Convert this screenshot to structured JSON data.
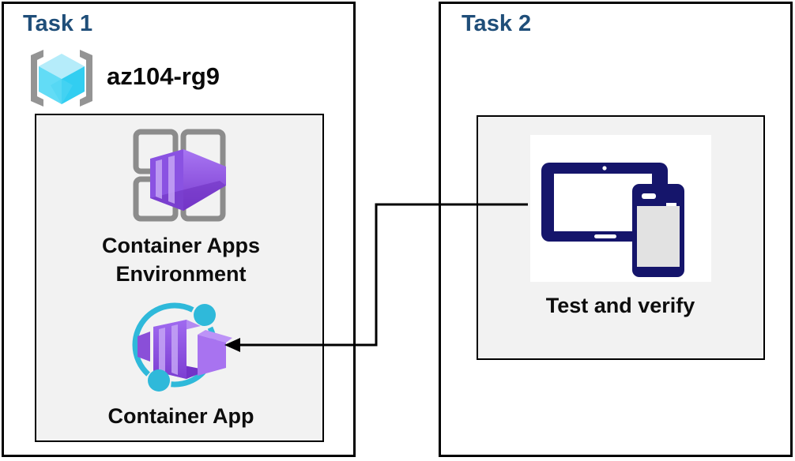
{
  "task1": {
    "title": "Task 1",
    "resource_group": {
      "name": "az104-rg9",
      "icon": "resource-group-icon"
    },
    "environment": {
      "label": "Container Apps Environment",
      "icon": "container-apps-environment-icon"
    },
    "app": {
      "label": "Container App",
      "icon": "container-app-icon"
    }
  },
  "task2": {
    "title": "Task 2",
    "verify": {
      "label": "Test and verify",
      "icon": "tablet-and-phone-icon"
    }
  },
  "connector": {
    "from": "test-and-verify",
    "to": "container-app",
    "shape": "elbow",
    "arrowhead": "filled-left"
  },
  "colors": {
    "task_title_blue": "#1f4e79",
    "box_border": "#000000",
    "inner_box_fill": "#f2f2f2",
    "label_text": "#0d0d0d",
    "gray_frame": "#8c8c8c",
    "cube_cyan_top": "#b5ecfa",
    "cube_cyan_left": "#62dcf6",
    "cube_cyan_right": "#32cef1",
    "purple_main": "#8a52e2",
    "purple_light": "#a471f2",
    "purple_stripe": "#c4a5f5",
    "teal_ring": "#2fb9da",
    "device_navy": "#15156b",
    "phone_screen_gray": "#e2e2e2"
  }
}
